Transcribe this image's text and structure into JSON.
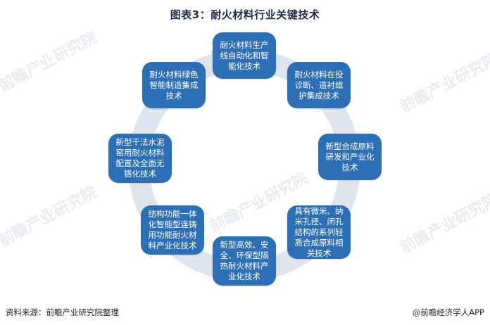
{
  "title": "图表3：耐火材料行业关键技术",
  "nodes": [
    "耐火材料生产\n线自动化和智\n能化技术",
    "耐火材料在役\n诊断、造衬维\n护集成技术",
    "新型合成原料\n研发和产业化\n技术",
    "具有微米、纳\n米孔径、闭孔\n结构的系列轻\n质合成原料相\n关技术",
    "新型高效、安\n全、环保型隔\n热耐火材料产\n业化技术",
    "结构功能一体\n化智能型连铸\n用功能耐火材\n料产业化技术",
    "新型干法水泥\n窑用耐火材料\n配置及全面无\n铬化技术",
    "耐火材料绿色\n智能制造集成\n技术"
  ],
  "footer": {
    "source": "资料来源：前瞻产业研究院整理",
    "brand": "@前瞻经济学人APP"
  },
  "watermark": "前瞻产业研究院",
  "colors": {
    "node": "#2d6fb5",
    "ring": "#cfd8e8",
    "title": "#1f2d4d"
  }
}
